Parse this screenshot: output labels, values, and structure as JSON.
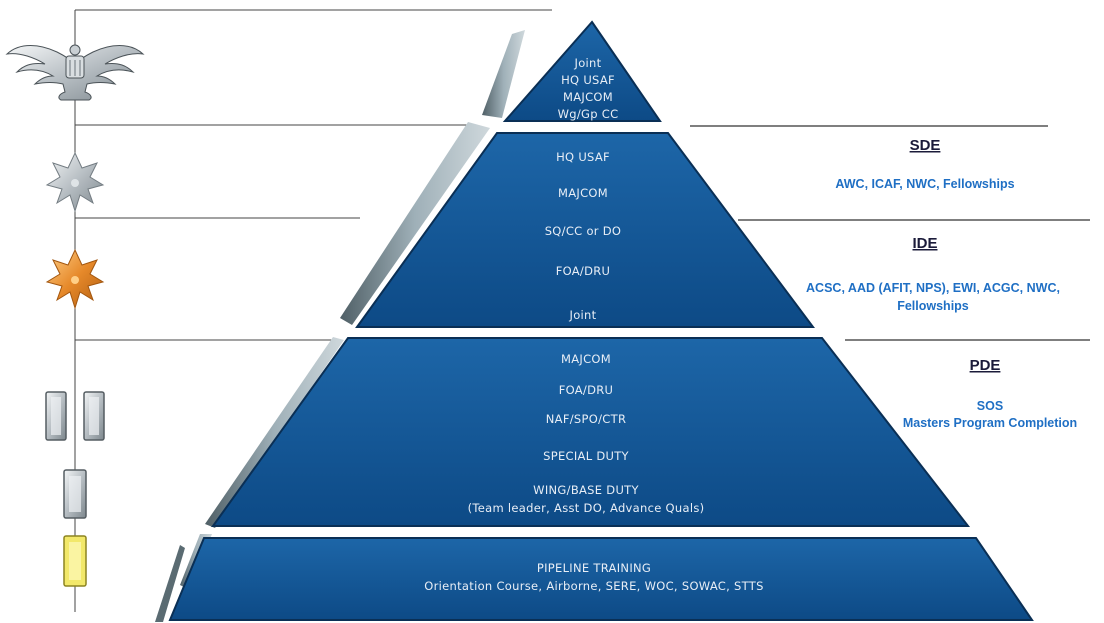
{
  "pyramid": {
    "tier1": [
      "Joint",
      "HQ USAF",
      "MAJCOM",
      "Wg/Gp CC"
    ],
    "tier2": [
      "HQ USAF",
      "MAJCOM",
      "SQ/CC or DO",
      "FOA/DRU",
      "Joint"
    ],
    "tier3": [
      "MAJCOM",
      "FOA/DRU",
      "NAF/SPO/CTR",
      "SPECIAL DUTY",
      "WING/BASE DUTY",
      "(Team leader, Asst DO, Advance Quals)"
    ],
    "tier4": [
      "PIPELINE TRAINING",
      "Orientation Course, Airborne, SERE, WOC, SOWAC, STTS"
    ]
  },
  "education": {
    "sde": {
      "heading": "SDE",
      "lines": [
        "AWC, ICAF, NWC, Fellowships"
      ]
    },
    "ide": {
      "heading": "IDE",
      "lines": [
        "ACSC, AAD (AFIT, NPS), EWI, ACGC, NWC,",
        "Fellowships"
      ]
    },
    "pde": {
      "heading": "PDE",
      "lines": [
        "SOS",
        "Masters Program Completion"
      ]
    }
  },
  "ranks": [
    "colonel-eagle-icon",
    "lieutenant-colonel-silver-leaf-icon",
    "major-gold-leaf-icon",
    "captain-bars-icon",
    "first-lieutenant-bar-icon",
    "second-lieutenant-bar-icon"
  ],
  "colors": {
    "pyramid_blue": "#0f4f8c",
    "pyramid_edge": "#0a2f55",
    "side_gray": "#8a9aa3",
    "text_blue": "#1f6fc4",
    "heading": "#1b1b3a"
  }
}
